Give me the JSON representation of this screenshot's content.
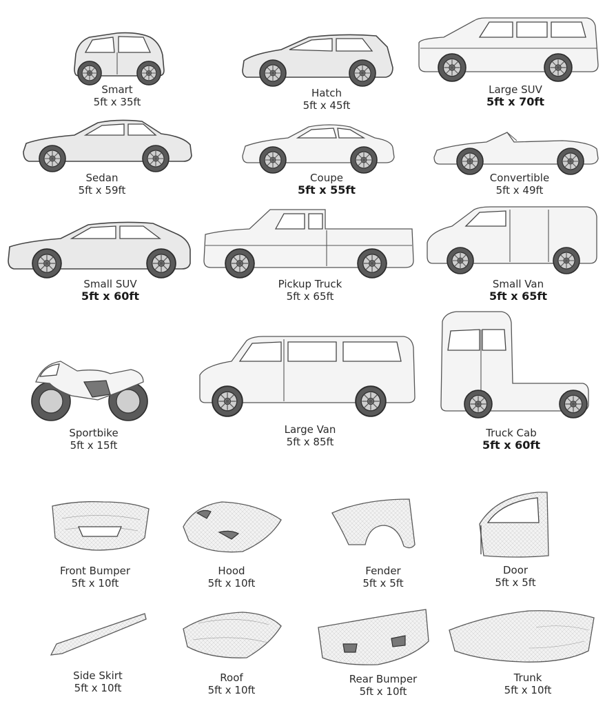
{
  "vehicles": [
    {
      "name": "Smart",
      "size": "5ft x 35ft",
      "icon": "smart-car-icon"
    },
    {
      "name": "Hatch",
      "size": "5ft x 45ft",
      "icon": "hatchback-car-icon"
    },
    {
      "name": "Large SUV",
      "size": "5ft x 70ft",
      "icon": "large-suv-icon"
    },
    {
      "name": "Sedan",
      "size": "5ft x 59ft",
      "icon": "sedan-car-icon"
    },
    {
      "name": "Coupe",
      "size": "5ft x 55ft",
      "icon": "coupe-car-icon"
    },
    {
      "name": "Convertible",
      "size": "5ft x 49ft",
      "icon": "convertible-car-icon"
    },
    {
      "name": "Small SUV",
      "size": "5ft x 60ft",
      "icon": "small-suv-icon"
    },
    {
      "name": "Pickup Truck",
      "size": "5ft x 65ft",
      "icon": "pickup-truck-icon"
    },
    {
      "name": "Small Van",
      "size": "5ft x 65ft",
      "icon": "small-van-icon"
    },
    {
      "name": "Sportbike",
      "size": "5ft x 15ft",
      "icon": "sportbike-icon"
    },
    {
      "name": "Large Van",
      "size": "5ft x 85ft",
      "icon": "large-van-icon"
    },
    {
      "name": "Truck Cab",
      "size": "5ft x 60ft",
      "icon": "truck-cab-icon"
    }
  ],
  "parts": [
    {
      "name": "Front Bumper",
      "size": "5ft x 10ft",
      "icon": "front-bumper-icon"
    },
    {
      "name": "Hood",
      "size": "5ft x 10ft",
      "icon": "hood-icon"
    },
    {
      "name": "Fender",
      "size": "5ft x 5ft",
      "icon": "fender-icon"
    },
    {
      "name": "Door",
      "size": "5ft x 5ft",
      "icon": "door-icon"
    },
    {
      "name": "Side Skirt",
      "size": "5ft x 10ft",
      "icon": "side-skirt-icon"
    },
    {
      "name": "Roof",
      "size": "5ft x 10ft",
      "icon": "roof-icon"
    },
    {
      "name": "Rear Bumper",
      "size": "5ft x 10ft",
      "icon": "rear-bumper-icon"
    },
    {
      "name": "Trunk",
      "size": "5ft x 10ft",
      "icon": "trunk-icon"
    }
  ]
}
